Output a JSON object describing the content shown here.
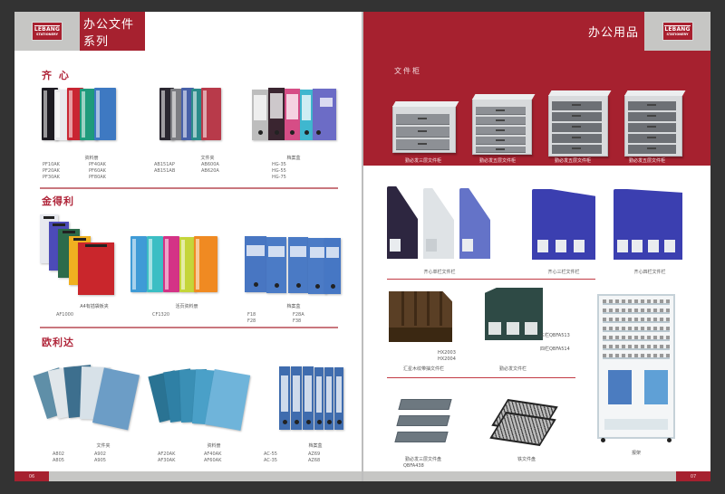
{
  "colors": {
    "brand_red": "#a6212f",
    "header_gray": "#c6c6c4",
    "section_title": "#b0263a",
    "divider": "#c9777e",
    "background": "#333333"
  },
  "logo": {
    "line1": "LEBANG",
    "line2": "STATIONERY"
  },
  "left_page": {
    "header_title": "办公文件系列",
    "page_number": "06",
    "sections": [
      {
        "title": "齐 心",
        "products": [
          {
            "label": "资料册",
            "codes": [
              "PF10AK",
              "PF20AK",
              "PF30AK",
              "PF40AK",
              "PF60AK",
              "PF80AK"
            ]
          },
          {
            "label": "文件夹",
            "codes": [
              "AB151AP",
              "AB151AB",
              "AB600A",
              "AB620A"
            ]
          },
          {
            "label": "档案盒",
            "codes": [
              "HG-35",
              "HG-55",
              "HG-75"
            ]
          }
        ]
      },
      {
        "title": "金得利",
        "products": [
          {
            "label": "A4有插袋板夹",
            "codes": [
              "AF1000"
            ]
          },
          {
            "label": "活页资料册",
            "codes": [
              "CF1320"
            ]
          },
          {
            "label": "档案盒",
            "codes": [
              "F18",
              "F28",
              "F28A",
              "F38"
            ]
          }
        ]
      },
      {
        "title": "欧利达",
        "products": [
          {
            "label": "文件夹",
            "codes": [
              "A802",
              "A805",
              "A902",
              "A905"
            ]
          },
          {
            "label": "资料册",
            "codes": [
              "AF20AK",
              "AF30AK",
              "AF40AK",
              "AF60AK"
            ]
          },
          {
            "label": "档案盒",
            "codes": [
              "AC-55",
              "AC-35",
              "AZ69",
              "AZ68"
            ]
          }
        ]
      }
    ]
  },
  "right_page": {
    "header_title": "办公用品",
    "page_number": "07",
    "cabinet_section": {
      "title": "文件柜",
      "items": [
        {
          "label": "勤必发三层文件柜"
        },
        {
          "label": "勤必发五层文件柜"
        },
        {
          "label": "勤必发五层文件柜"
        },
        {
          "label": "勤必发五层文件柜"
        }
      ]
    },
    "racks": [
      {
        "label": "齐心单栏文件栏"
      },
      {
        "label": "齐心三栏文件栏"
      },
      {
        "label": "齐心四栏文件栏"
      }
    ],
    "bottom": {
      "wood_rack": {
        "label": "汇星木纹带抽文件栏",
        "codes": [
          "HX2003",
          "HX2004"
        ]
      },
      "green_rack": {
        "label": "勤必发文件栏",
        "codes": [
          "三栏QBFA513",
          "四栏QBFA514"
        ]
      },
      "tray": {
        "label": "勤必发三层文件盘",
        "code": "QBFA438"
      },
      "mesh_tray": {
        "label": "铁文件盘"
      },
      "newspaper_stand": {
        "label": "报架"
      }
    }
  }
}
